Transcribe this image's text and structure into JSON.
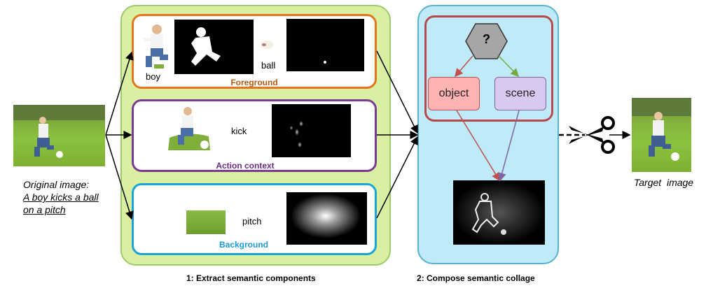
{
  "original": {
    "label_line1": "Original image:",
    "label_line2": "A boy kicks a ball",
    "label_line3": "on a pitch"
  },
  "foreground": {
    "title": "Foreground",
    "boy_label": "boy",
    "ball_label": "ball"
  },
  "action": {
    "title": "Action context",
    "kick_label": "kick"
  },
  "background": {
    "title": "Background",
    "pitch_label": "pitch"
  },
  "compose": {
    "question_mark": "?",
    "object_label": "object",
    "scene_label": "scene"
  },
  "captions": {
    "step1": "1: Extract semantic components",
    "step2": "2: Compose semantic collage"
  },
  "target": {
    "label": "Target  image"
  },
  "colors": {
    "foreground_border": "#e2751d",
    "action_border": "#7b3a93",
    "background_border": "#1ca3d8",
    "object_fill": "#ffb3b3",
    "scene_fill": "#d9c9f0"
  },
  "icons": {
    "cut": "scissors-icon"
  }
}
